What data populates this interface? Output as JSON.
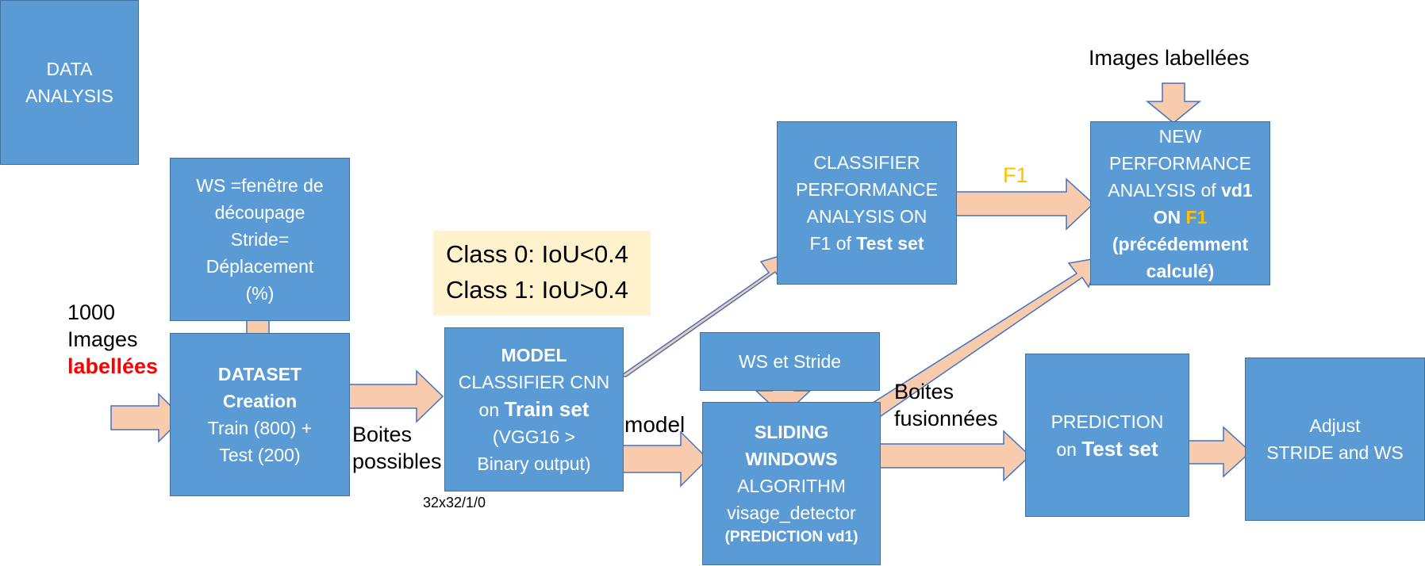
{
  "boxes": {
    "data_analysis": [
      "DATA",
      "ANALYSIS"
    ],
    "ws_stride": [
      "WS =fenêtre de",
      "découpage",
      "Stride=",
      "Déplacement",
      "(%)"
    ],
    "dataset": {
      "l1": "DATASET",
      "l2": "Creation",
      "l3": "Train (800) +",
      "l4": "Test (200)"
    },
    "model": {
      "l1": "MODEL",
      "l2": "CLASSIFIER CNN",
      "l3a": "on ",
      "l3b": "Train set",
      "l4": "(VGG16 >",
      "l5": "Binary output)"
    },
    "classifier_perf": {
      "l1": "CLASSIFIER",
      "l2": "PERFORMANCE",
      "l3": "ANALYSIS  ON",
      "l4a": "F1 of ",
      "l4b": "Test set"
    },
    "new_perf": {
      "l1": "NEW",
      "l2": "PERFORMANCE",
      "l3a": "ANALYSIS of ",
      "l3b": "vd1",
      "l4a": "ON ",
      "l4b": "F1",
      "l5": "(précédemment",
      "l6": "calculé)"
    },
    "ws_et_stride": "WS et Stride",
    "sliding": {
      "l1": "SLIDING",
      "l2": "WINDOWS",
      "l3": "ALGORITHM",
      "l4": "visage_detector",
      "l5": "(PREDICTION vd1)"
    },
    "prediction": {
      "l1": "PREDICTION",
      "l2a": "on ",
      "l2b": "Test set"
    },
    "adjust": {
      "l1": "Adjust",
      "l2": "STRIDE and WS"
    }
  },
  "labels": {
    "images_count": "1000",
    "images_word": "Images",
    "labellees": "labellées",
    "images_labellees_top": "Images labellées",
    "boites_possibles_1": "Boites",
    "boites_possibles_2": "possibles",
    "size_note": "32x32/1/0",
    "model": "model",
    "boites_fusionnees_1": "Boites",
    "boites_fusionnees_2": "fusionnées",
    "f1": "F1"
  },
  "note": {
    "class0": "Class 0: IoU<0.4",
    "class1": "Class 1: IoU>0.4"
  },
  "colors": {
    "box_fill": "#5B9BD5",
    "box_border": "#41719C",
    "arrow_fill": "#F8CBAD",
    "note_fill": "#FFF2CC",
    "accent_red": "#FF0000",
    "accent_gold": "#FFC000"
  }
}
